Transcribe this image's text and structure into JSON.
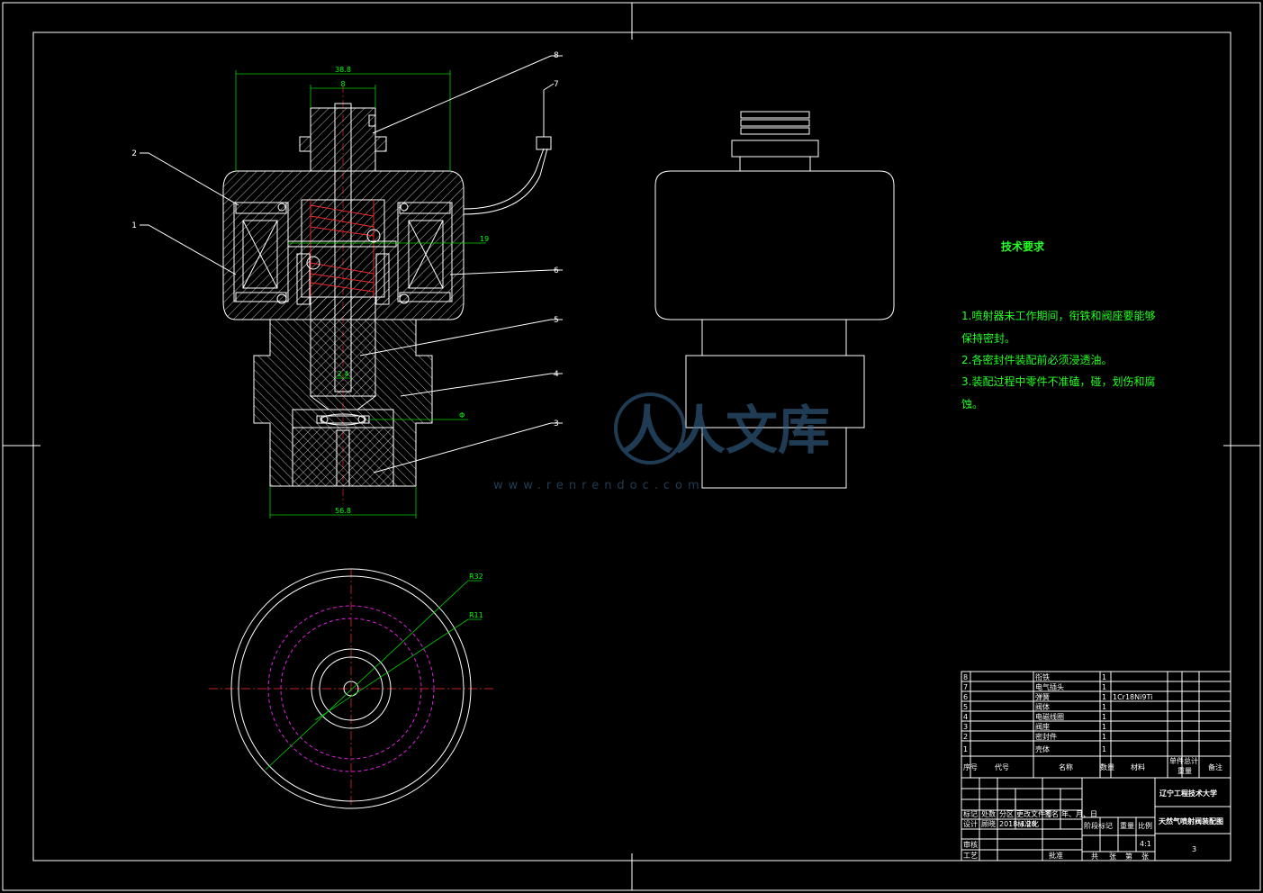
{
  "part_labels": [
    "1",
    "2",
    "3",
    "4",
    "5",
    "6",
    "7",
    "8"
  ],
  "dimensions": {
    "top_width": "38.8",
    "inner_width": "8",
    "bottom_width": "56.8",
    "side_gap": "19",
    "seal_label": "Φ",
    "bore": "2.4",
    "radius_outer": "R32",
    "radius_inner": "R11"
  },
  "watermark": {
    "text": "人人文库",
    "url": "www.renrendoc.com"
  },
  "tech": {
    "title": "技术要求",
    "lines": [
      "1.喷射器未工作期间，衔铁和阀座要能够",
      "保持密封。",
      "2.各密封件装配前必须浸透油。",
      "3.装配过程中零件不准磕，碰，划伤和腐",
      "蚀。"
    ]
  },
  "bom": {
    "rows": [
      {
        "no": "8",
        "name": "衔铁",
        "qty": "1",
        "material": ""
      },
      {
        "no": "7",
        "name": "电气插头",
        "qty": "1",
        "material": ""
      },
      {
        "no": "6",
        "name": "弹簧",
        "qty": "1",
        "material": "1Cr18Ni9Ti"
      },
      {
        "no": "5",
        "name": "阀体",
        "qty": "1",
        "material": ""
      },
      {
        "no": "4",
        "name": "电磁线圈",
        "qty": "1",
        "material": ""
      },
      {
        "no": "3",
        "name": "阀座",
        "qty": "1",
        "material": ""
      },
      {
        "no": "2",
        "name": "密封件",
        "qty": "1",
        "material": ""
      },
      {
        "no": "1",
        "name": "壳体",
        "qty": "1",
        "material": ""
      }
    ],
    "headers": {
      "no": "序号",
      "code": "代号",
      "name": "名称",
      "qty": "数量",
      "material": "材料",
      "single": "单件",
      "total": "总计",
      "weight": "重量",
      "remark": "备注"
    }
  },
  "titleblock": {
    "school": "辽宁工程技术大学",
    "drawing_title": "天然气喷射阀装配图",
    "sheet_no": "3",
    "scale": "4:1",
    "rev_cols": [
      "标记",
      "处数",
      "分区",
      "更改文件号",
      "签名",
      "年、月、日"
    ],
    "design": "设计",
    "designer": "顾晓",
    "date": "2018.4.28",
    "std": "标准化",
    "review": "审核",
    "process": "工艺",
    "approve": "批准",
    "stage_cols": [
      "阶段标记",
      "重量",
      "比例"
    ],
    "sheets": [
      "共",
      "张",
      "第",
      "张"
    ]
  }
}
